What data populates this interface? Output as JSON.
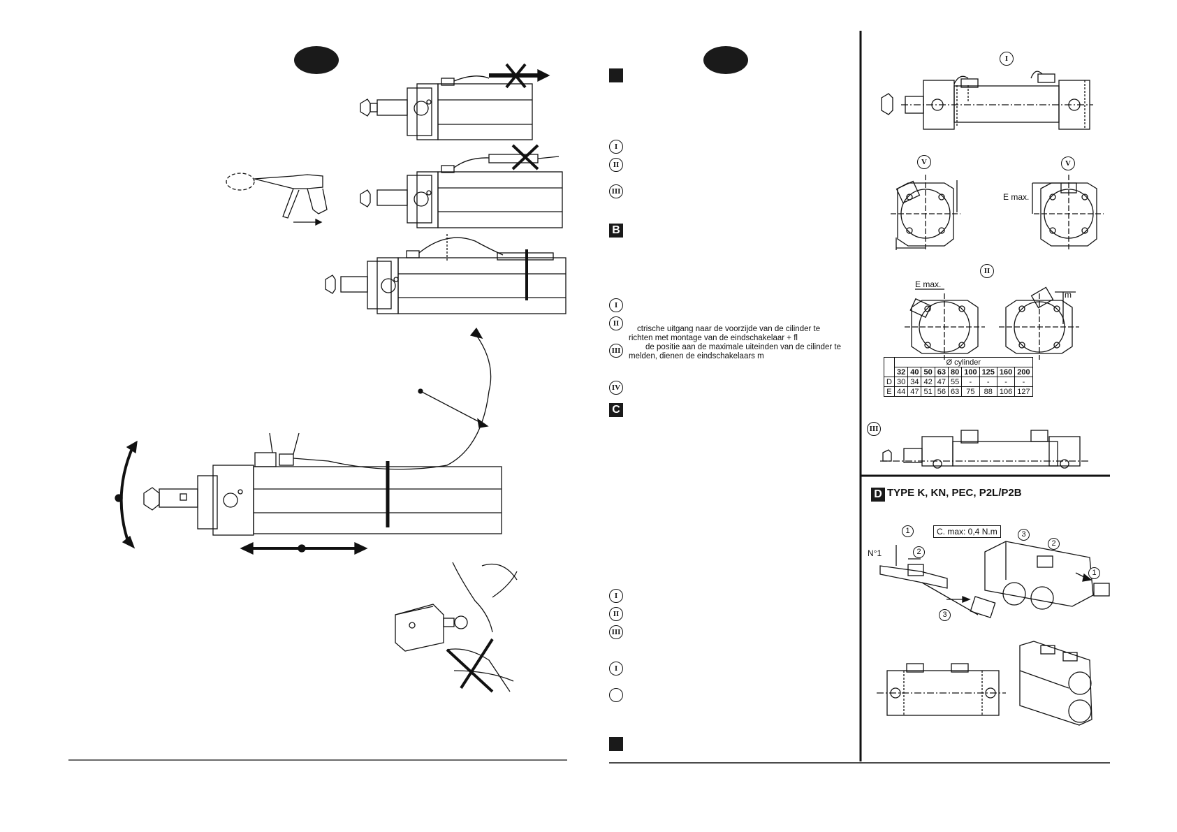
{
  "section_marks": {
    "a": "",
    "b": "B",
    "c": "C",
    "d": "D",
    "e": ""
  },
  "roman": {
    "one": "I",
    "two": "II",
    "three": "III",
    "four": "IV",
    "five": "V",
    "blank": ""
  },
  "paragraph_b": {
    "line1": "ctrische uitgang naar de voorzijde van de cilinder te",
    "line2": "richten met montage van de eindschakelaar + fl",
    "line3": "de positie aan de maximale uiteinden van de cilinder te",
    "line4": "melden, dienen de eindschakelaars m"
  },
  "labels": {
    "e_max": "E max.",
    "m": "m",
    "n1": "N°1",
    "torque": "C. max: 0,4 N.m",
    "type_title": "TYPE K, KN, PEC, P2L/P2B",
    "step1": "1",
    "step2": "2",
    "step3": "3"
  },
  "table": {
    "caption": "Ø cylinder",
    "columns": [
      "32",
      "40",
      "50",
      "63",
      "80",
      "100",
      "125",
      "160",
      "200"
    ],
    "rows": [
      {
        "name": "D",
        "values": [
          "30",
          "34",
          "42",
          "47",
          "55",
          "-",
          "-",
          "-",
          "-"
        ]
      },
      {
        "name": "E",
        "values": [
          "44",
          "47",
          "51",
          "56",
          "63",
          "75",
          "88",
          "106",
          "127"
        ]
      }
    ]
  }
}
